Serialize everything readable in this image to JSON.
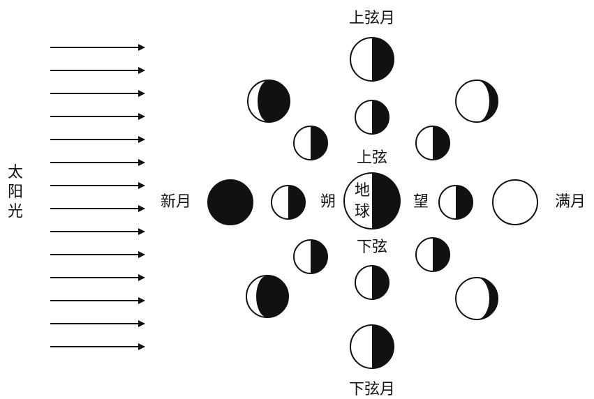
{
  "sunlight": {
    "label_chars": [
      "太",
      "阳",
      "光"
    ],
    "arrow_count": 14
  },
  "earth": {
    "label_chars": [
      "地",
      "球"
    ]
  },
  "positions": {
    "shuo": "朔",
    "wang": "望",
    "shangxian": "上弦",
    "xiaxian": "下弦"
  },
  "phases": {
    "new_moon": "新月",
    "full_moon": "满月",
    "first_quarter": "上弦月",
    "last_quarter": "下弦月"
  },
  "colors": {
    "ink": "#111111",
    "paper": "#ffffff"
  }
}
